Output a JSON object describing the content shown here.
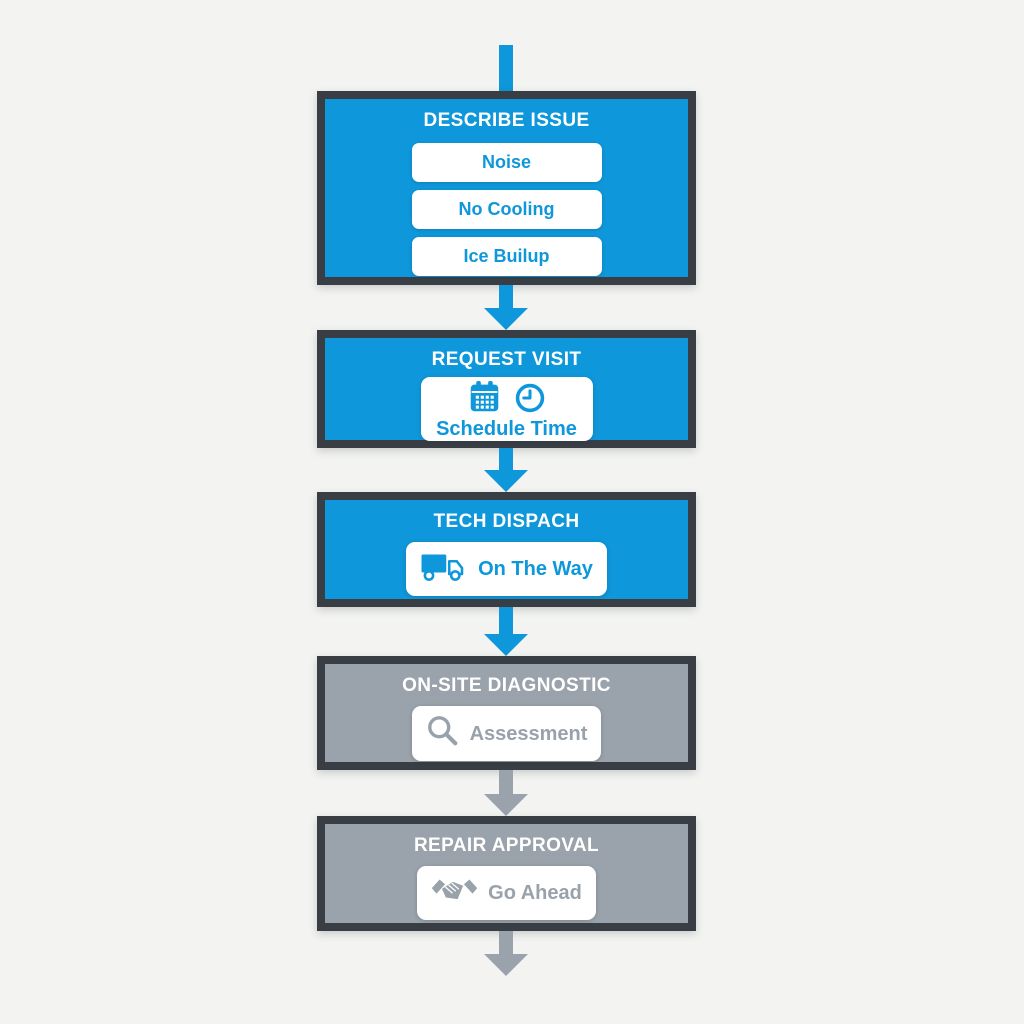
{
  "colors": {
    "active_blue": "#0e97da",
    "inactive_gray": "#9aa2ab",
    "border_dark": "#393e45",
    "background": "#f3f4f2",
    "card_white": "#ffffff",
    "text_gray": "#99a1aa"
  },
  "steps": [
    {
      "title": "DESCRIBE ISSUE",
      "state": "active",
      "options": [
        "Noise",
        "No Cooling",
        "Ice Builup"
      ]
    },
    {
      "title": "REQUEST VISIT",
      "state": "active",
      "card": {
        "label": "Schedule Time",
        "icons": [
          "calendar-icon",
          "clock-icon"
        ]
      }
    },
    {
      "title": "TECH DISPACH",
      "state": "active",
      "card": {
        "label": "On The Way",
        "icons": [
          "truck-icon"
        ]
      }
    },
    {
      "title": "ON-SITE DIAGNOSTIC",
      "state": "inactive",
      "card": {
        "label": "Assessment",
        "icons": [
          "magnifier-icon"
        ]
      }
    },
    {
      "title": "REPAIR APPROVAL",
      "state": "inactive",
      "card": {
        "label": "Go Ahead",
        "icons": [
          "handshake-icon"
        ]
      }
    }
  ]
}
